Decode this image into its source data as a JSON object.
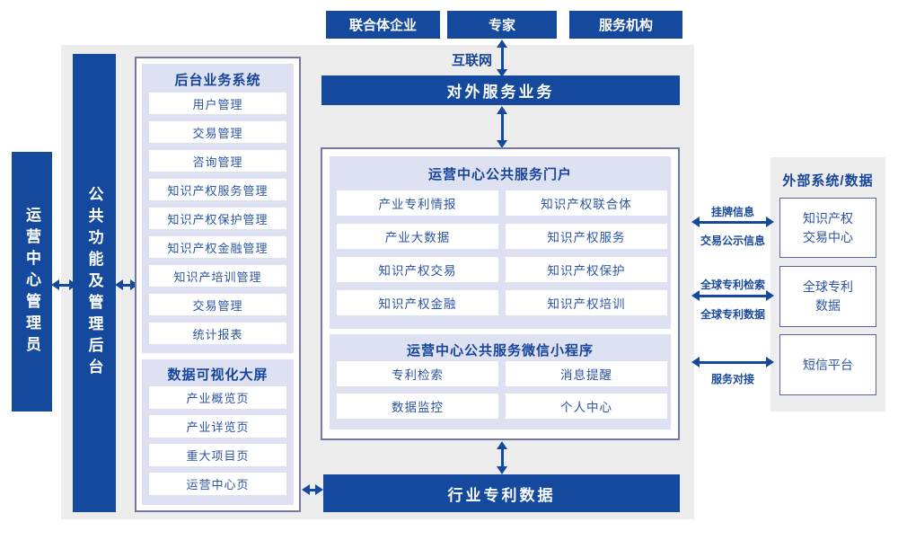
{
  "colors": {
    "primary_blue": "#14499e",
    "panel_lavender": "#dee1f1",
    "background_gray": "#ededed",
    "container_border": "#7278a2",
    "text_blue": "#1a4a9c"
  },
  "diagram": {
    "top_actors": [
      "联合体企业",
      "专家",
      "服务机构"
    ],
    "internet_label": "互联网",
    "external_service_bar": "对外服务业务",
    "admin_role": "运营中心管理员",
    "backend_bar": "公共功能及管理后台",
    "backend_system": {
      "title": "后台业务系统",
      "items": [
        "用户管理",
        "交易管理",
        "咨询管理",
        "知识产权服务管理",
        "知识产权保护管理",
        "知识产权金融管理",
        "知识产培训管理",
        "交易管理",
        "统计报表"
      ]
    },
    "data_visualization": {
      "title": "数据可视化大屏",
      "items": [
        "产业概览页",
        "产业详览页",
        "重大项目页",
        "运营中心页"
      ]
    },
    "portal": {
      "title": "运营中心公共服务门户",
      "items": [
        "产业专利情报",
        "知识产权联合体",
        "产业大数据",
        "知识产权服务",
        "知识产权交易",
        "知识产权保护",
        "知识产权金融",
        "知识产权培训"
      ]
    },
    "mini_program": {
      "title": "运营中心公共服务微信小程序",
      "items": [
        "专利检索",
        "消息提醒",
        "数据监控",
        "个人中心"
      ]
    },
    "industry_patent_bar": "行业专利数据",
    "external_systems": {
      "title": "外部系统/数据",
      "items": [
        "知识产权交易中心",
        "全球专利数据",
        "短信平台"
      ]
    },
    "links": {
      "listing_info": "挂牌信息",
      "trade_publicity": "交易公示信息",
      "global_patent_search": "全球专利检索",
      "global_patent_data": "全球专利数据",
      "service_connect": "服务对接"
    }
  }
}
